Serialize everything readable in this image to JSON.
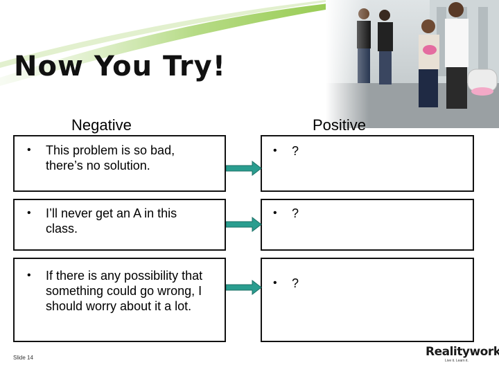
{
  "slide": {
    "title": "Now You Try!",
    "negative_heading": "Negative",
    "positive_heading": "Positive",
    "rows": [
      {
        "negative": "This problem is so bad, there’s no solution.",
        "positive": "?"
      },
      {
        "negative": "I’ll never get an A in this class.",
        "positive": "?"
      },
      {
        "negative": "If there is any possibility that something could go wrong, I should worry about it a lot.",
        "positive": "?"
      }
    ],
    "bullet": "•",
    "slide_number": "Slide 14"
  },
  "logo": {
    "name": "Realityworks",
    "tagline": "Live it. Learn it."
  },
  "colors": {
    "accent_green": "#8dc63f",
    "arrow_teal": "#2a9d8f",
    "text": "#000000"
  }
}
